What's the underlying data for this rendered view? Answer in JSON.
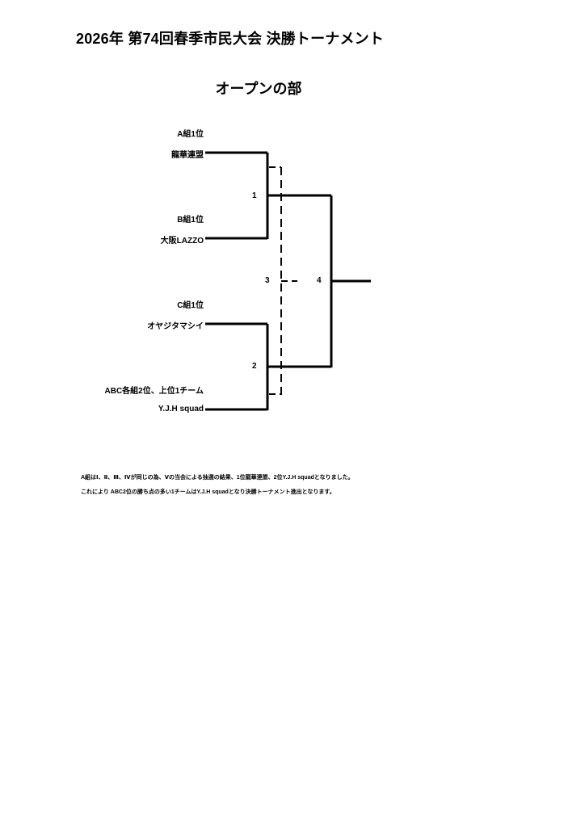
{
  "header": {
    "title": "2026年 第74回春季市民大会 決勝トーナメント",
    "subtitle": "オープンの部"
  },
  "bracket": {
    "entries": [
      {
        "slot": "A組1位",
        "team": "龍華連盟"
      },
      {
        "slot": "B組1位",
        "team": "大阪LAZZO"
      },
      {
        "slot": "C組1位",
        "team": "オヤジタマシイ"
      },
      {
        "slot": "ABC各組2位、上位1チーム",
        "team": "Y.J.H squad"
      }
    ],
    "match_numbers": [
      "1",
      "2",
      "3",
      "4"
    ]
  },
  "notes": [
    "A組はⅠ、Ⅱ、Ⅲ、Ⅳが同じの為、Ⅴの当会による抽選の結果、1位龍華連盟、2位Y.J.H squadとなりました。",
    "これにより ABC2位の勝ち点の多い1チームはY.J.H squadとなり決勝トーナメント進出となります。"
  ]
}
